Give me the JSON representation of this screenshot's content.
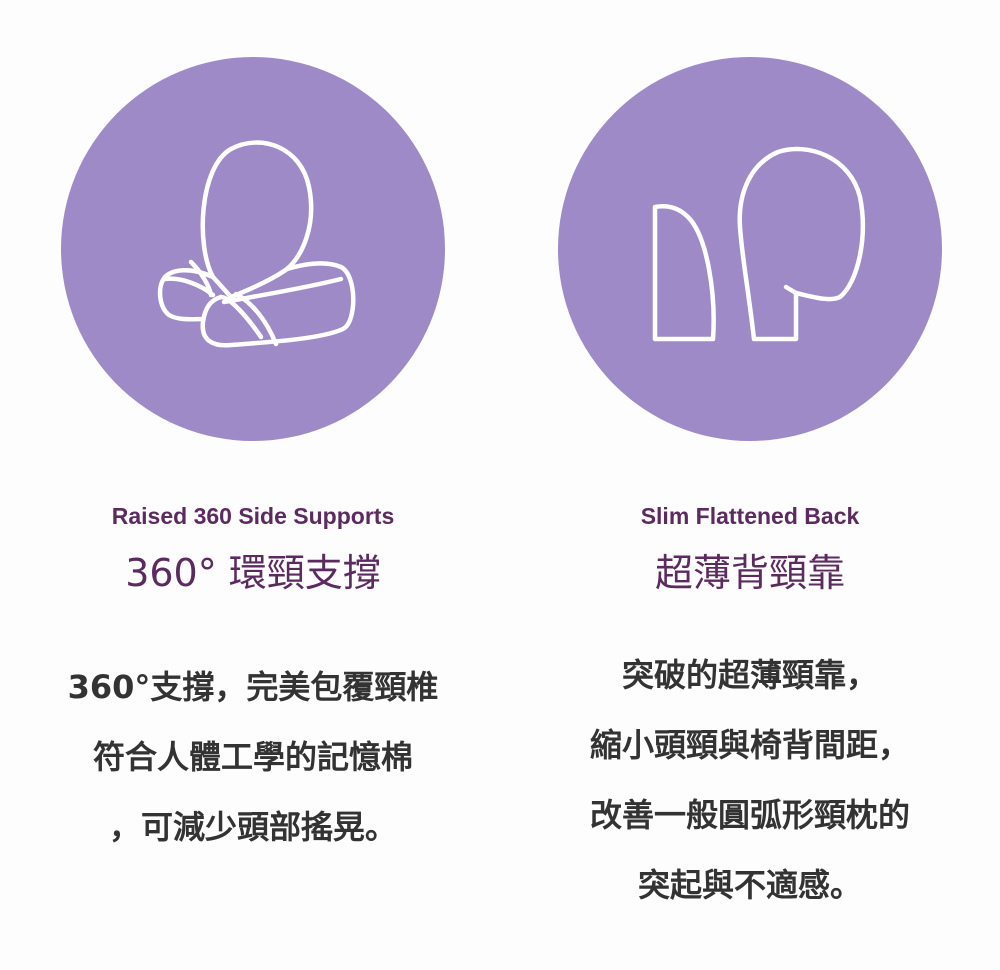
{
  "features": [
    {
      "icon": "neck-pillow-360-icon",
      "title_en": "Raised 360 Side Supports",
      "title_zh": "360° 環頸支撐",
      "description_lines": [
        "360°支撐，完美包覆頸椎",
        "符合人體工學的記憶棉",
        "，可減少頭部搖晃。"
      ]
    },
    {
      "icon": "slim-back-pillow-icon",
      "title_en": "Slim Flattened Back",
      "title_zh": "超薄背頸靠",
      "description_lines": [
        "突破的超薄頸靠，",
        "縮小頭頸與椅背間距，",
        "改善一般圓弧形頸枕的",
        "突起與不適感。"
      ]
    }
  ],
  "colors": {
    "circle": "#9e8ac6",
    "title": "#5b2a5f",
    "body": "#333333"
  }
}
